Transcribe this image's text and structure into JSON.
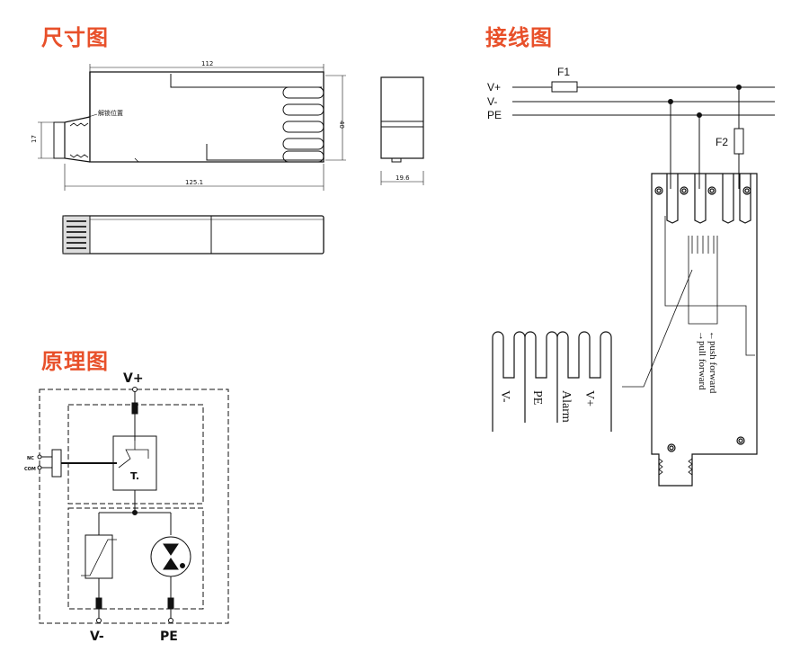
{
  "headings": {
    "dimensions": "尺寸图",
    "wiring": "接线图",
    "principle": "原理图"
  },
  "dimensions": {
    "length_top": "112",
    "height_right": "40",
    "height_left": "17",
    "length_bottom": "125.1",
    "width_side": "19.6",
    "release_label": "解锁位置"
  },
  "wiring": {
    "lines": [
      "V+",
      "V-",
      "PE"
    ],
    "fuse1": "F1",
    "fuse2": "F2",
    "push": "←push forward",
    "pull": "→pull forward",
    "terminals": [
      "V-",
      "PE",
      "Alarm",
      "V+"
    ]
  },
  "principle": {
    "top": "V+",
    "bottom_left": "V-",
    "bottom_right": "PE",
    "nc": "NC",
    "com": "COM",
    "thermal": "T."
  }
}
